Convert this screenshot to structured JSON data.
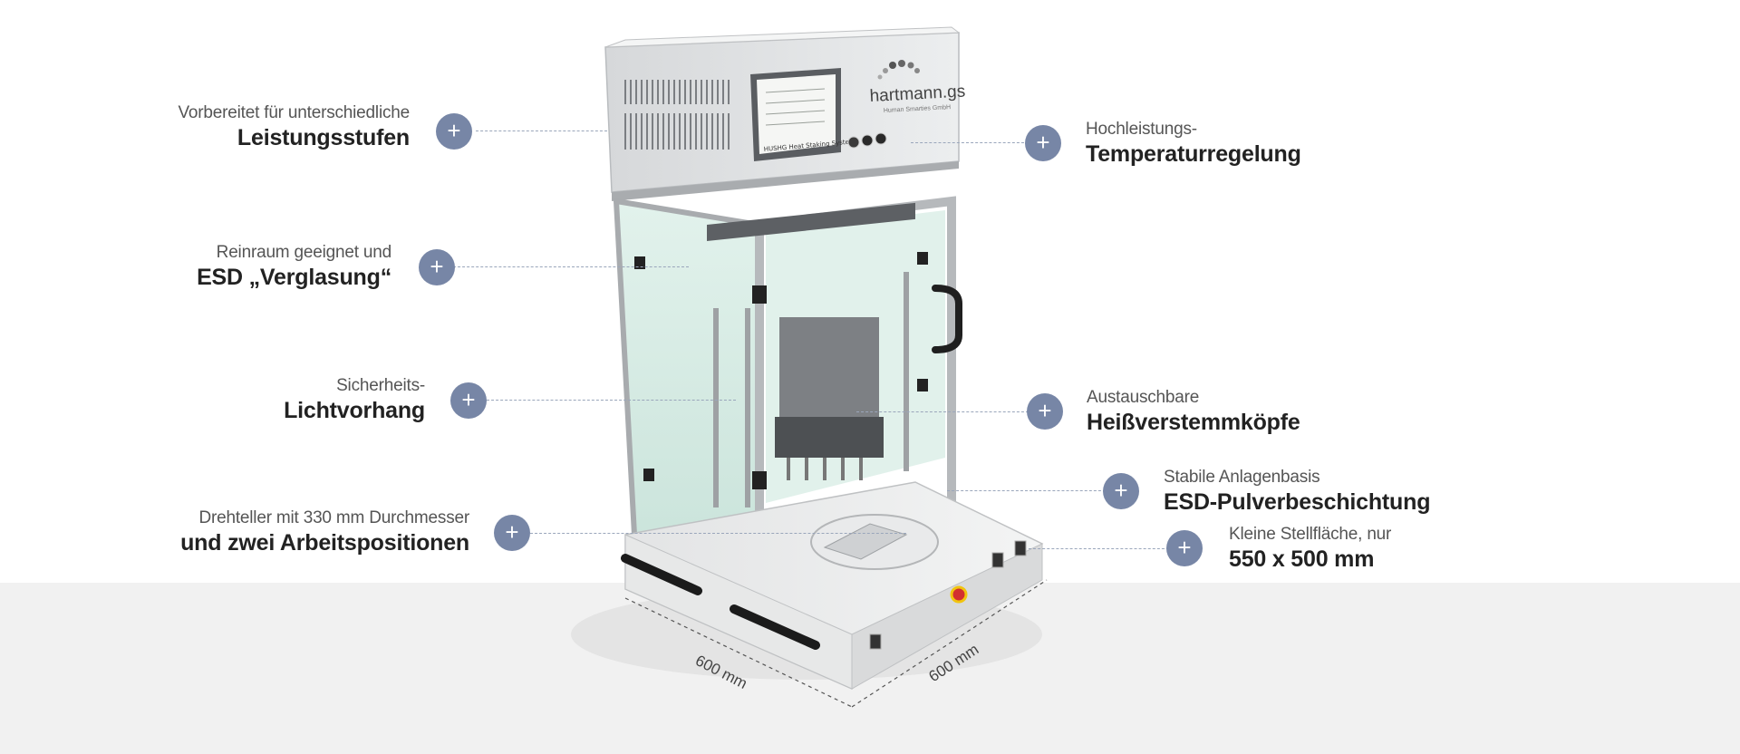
{
  "features": {
    "leistung": {
      "line1": "Vorbereitet für unterschiedliche",
      "line2": "Leistungsstufen"
    },
    "verglasung": {
      "line1": "Reinraum geeignet und",
      "line2": "ESD „Verglasung“"
    },
    "licht": {
      "line1": "Sicherheits-",
      "line2": "Lichtvorhang"
    },
    "drehteller": {
      "line1": "Drehteller mit 330 mm Durchmesser",
      "line2": "und zwei Arbeitspositionen"
    },
    "temperatur": {
      "line1": "Hochleistungs-",
      "line2": "Temperaturregelung"
    },
    "koepfe": {
      "line1": "Austauschbare",
      "line2": "Heißverstemmköpfe"
    },
    "basis": {
      "line1": "Stabile Anlagenbasis",
      "line2": "ESD-Pulverbeschichtung"
    },
    "stellflaeche": {
      "line1": "Kleine Stellfläche, nur",
      "line2": "550 x 500 mm"
    }
  },
  "plus_symbol": "+",
  "machine": {
    "brand": "hartmann.gs",
    "brand_sub": "Human Smarties GmbH",
    "screen_title": "HUSHG Heat Staking System"
  },
  "dimensions": {
    "left": "600 mm",
    "right": "600 mm"
  },
  "colors": {
    "plus_button": "#7786a6",
    "leader_line": "#9aa6bb",
    "floor": "#f1f1f1",
    "glass": "#dcefe8"
  }
}
